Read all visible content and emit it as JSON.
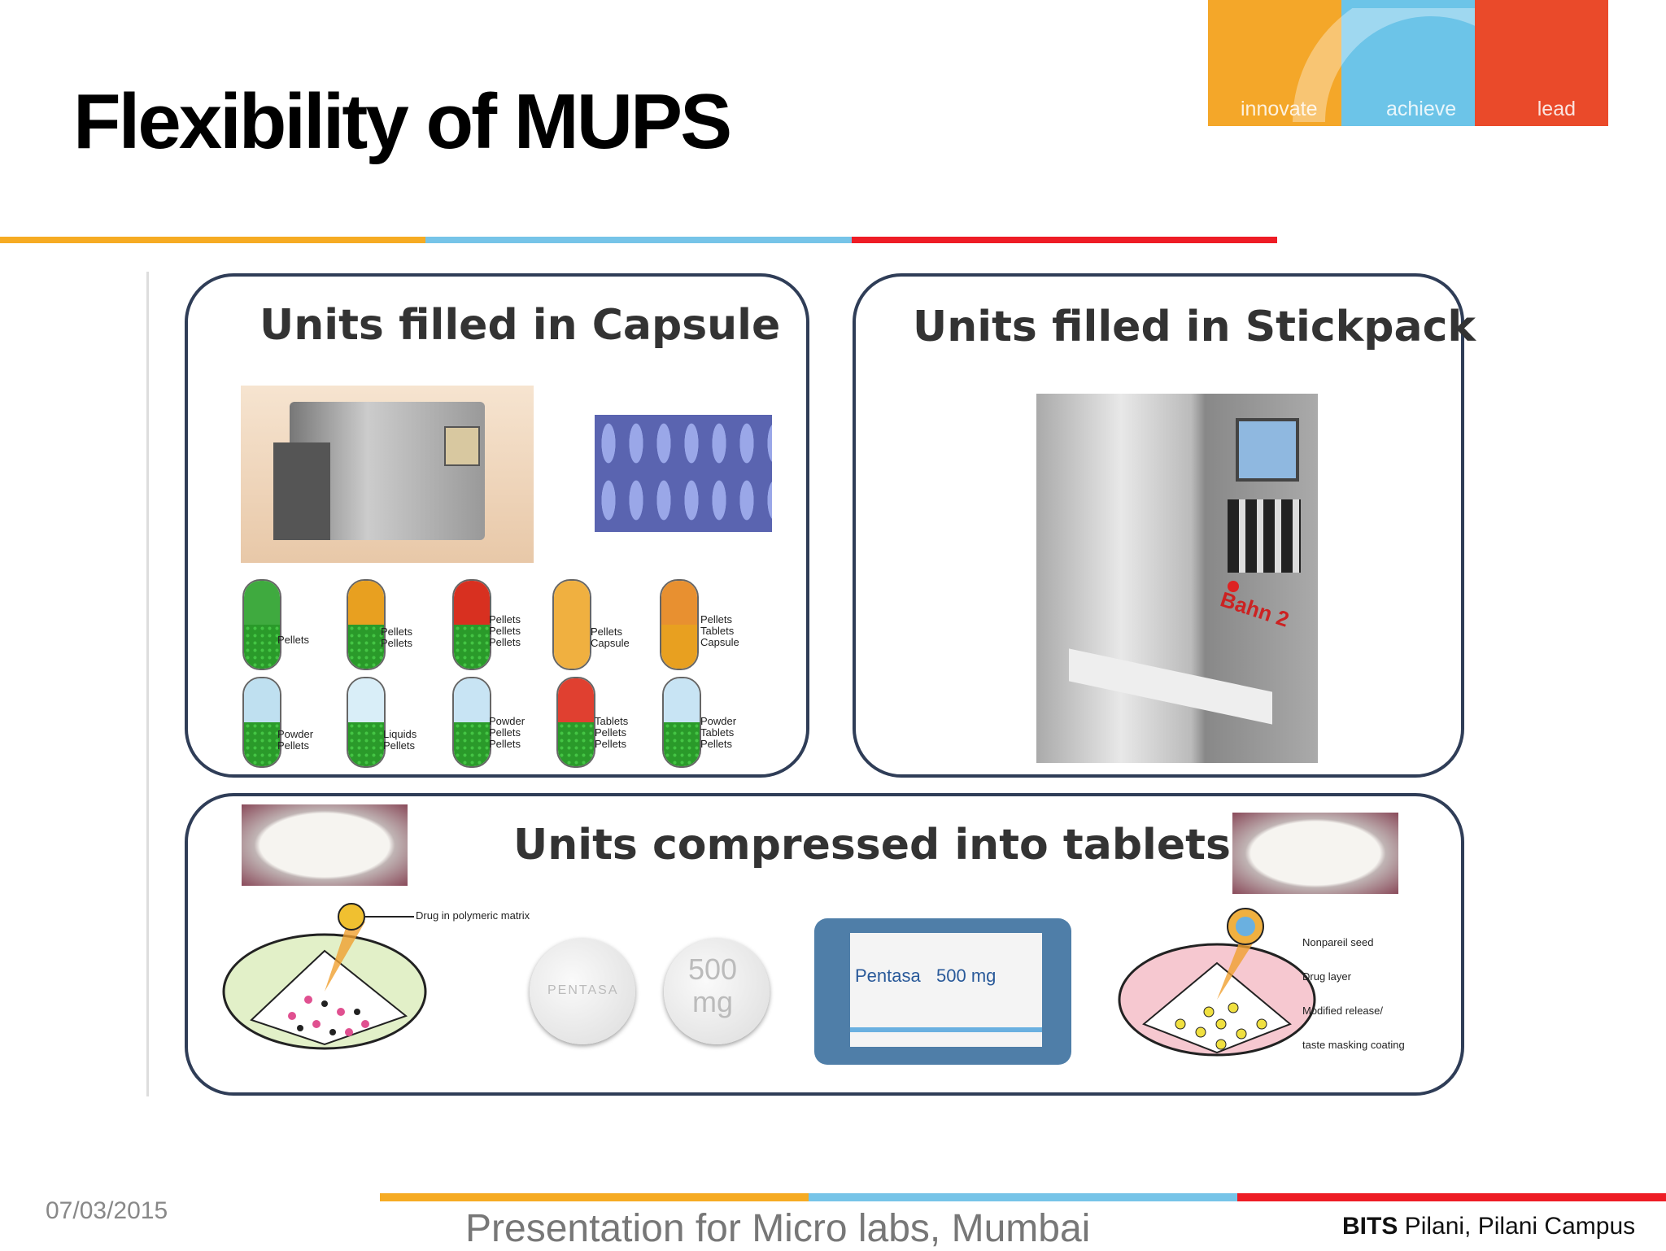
{
  "slide": {
    "title": "Flexibility of MUPS",
    "logo": {
      "words": [
        "innovate",
        "achieve",
        "lead"
      ],
      "colors": [
        "#f4a729",
        "#6cc4e8",
        "#ea4a2a"
      ]
    },
    "accent_colors": [
      "#f6ab23",
      "#76c4e8",
      "#ee1c25"
    ]
  },
  "panels": {
    "capsule": {
      "title": "Units filled in Capsule",
      "capsules": [
        {
          "label": "Pellets",
          "top_color": "#3faa3f"
        },
        {
          "label": "Pellets\nPellets",
          "top_color": "#e8a020"
        },
        {
          "label": "Pellets\nPellets\nPellets",
          "top_color": "#d83020"
        },
        {
          "label": "Pellets\nCapsule",
          "top_color": "#f0b040"
        },
        {
          "label": "Pellets\nTablets\nCapsule",
          "top_color": "#e89030"
        },
        {
          "label": "Powder\nPellets",
          "top_color": "#bfe0f0"
        },
        {
          "label": "Liquids\nPellets",
          "top_color": "#d9eef8"
        },
        {
          "label": "Powder\nPellets\nPellets",
          "top_color": "#c8e4f4"
        },
        {
          "label": "Tablets\nPellets\nPellets",
          "top_color": "#e04030"
        },
        {
          "label": "Powder\nTablets\nPellets",
          "top_color": "#c8e4f4"
        }
      ]
    },
    "stickpack": {
      "title": "Units filled in Stickpack",
      "machine_text": "Bahn 2"
    },
    "tablets": {
      "title": "Units compressed into tablets",
      "left_note": "Drug in polymeric matrix",
      "tablet_left_text": "PENTASA",
      "tablet_right_text": "500\nmg",
      "box_brand": "Pentasa",
      "box_strength": "500 mg",
      "right_notes": [
        "Nonpareil seed",
        "Drug layer",
        "Modified release/",
        "taste masking coating"
      ]
    }
  },
  "footer": {
    "date": "07/03/2015",
    "center": "Presentation for Micro labs, Mumbai",
    "right_bold": "BITS",
    "right_rest": " Pilani, Pilani Campus"
  }
}
